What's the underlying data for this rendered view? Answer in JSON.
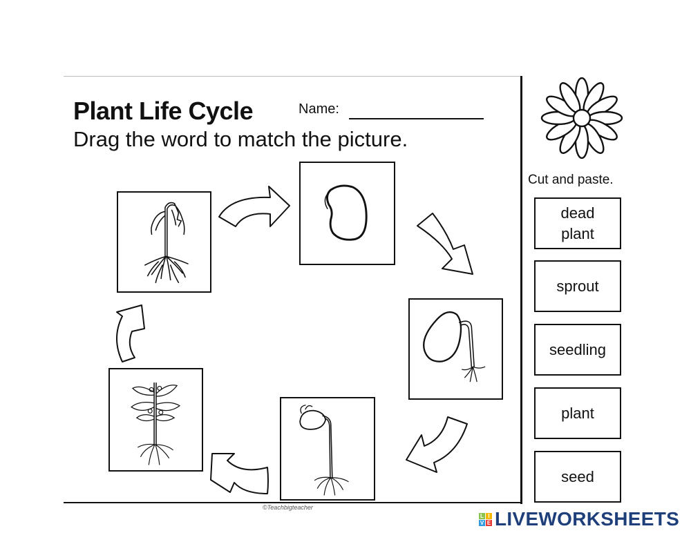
{
  "worksheet": {
    "title": "Plant Life Cycle",
    "name_label": "Name:",
    "instruction": "Drag the word to match the picture.",
    "credit": "©Teachbigteacher"
  },
  "pictures": [
    {
      "id": "dead-plant-picture",
      "icon": "wilted-plant-icon"
    },
    {
      "id": "seed-picture",
      "icon": "bean-seed-icon"
    },
    {
      "id": "sprout-picture",
      "icon": "sprouting-bean-icon"
    },
    {
      "id": "seedling-picture",
      "icon": "seedling-icon"
    },
    {
      "id": "plant-picture",
      "icon": "flowering-plant-icon"
    }
  ],
  "cycle_arrows": [
    "arrow-dead-to-seed",
    "arrow-seed-to-sprout",
    "arrow-sprout-to-seedling",
    "arrow-seedling-to-plant",
    "arrow-plant-to-dead"
  ],
  "side_panel": {
    "icon": "daisy-flower-icon",
    "cut_label": "Cut and paste.",
    "word_cards": [
      {
        "label": "dead\nplant"
      },
      {
        "label": "sprout"
      },
      {
        "label": "seedling"
      },
      {
        "label": "plant"
      },
      {
        "label": "seed"
      }
    ]
  },
  "branding": {
    "logo_tiles": [
      "L",
      "I",
      "V",
      "E"
    ],
    "logo_tile_colors": [
      "#8bc34a",
      "#f5b800",
      "#2e9be0",
      "#e53935"
    ],
    "logo_text": "LIVEWORKSHEETS",
    "logo_color": "#1e3f7a"
  }
}
